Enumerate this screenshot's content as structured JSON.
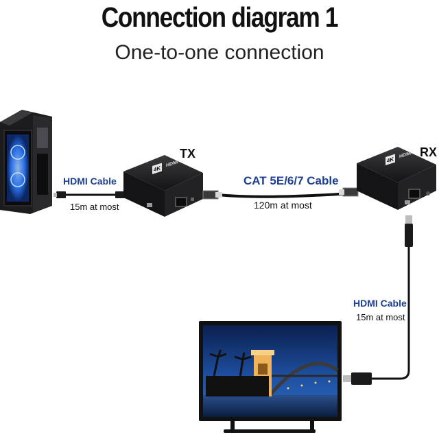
{
  "header": {
    "title": "Connection diagram 1",
    "subtitle": "One-to-one connection"
  },
  "devices": {
    "tx_label": "TX",
    "rx_label": "RX",
    "box_badge": "4K",
    "box_brand": "HDMI"
  },
  "cables": {
    "hdmi_in": {
      "name": "HDMI Cable",
      "distance": "15m at most"
    },
    "cat": {
      "name": "CAT 5E/6/7 Cable",
      "distance": "120m at most"
    },
    "hdmi_out": {
      "name": "HDMI Cable",
      "distance": "15m at most"
    }
  },
  "colors": {
    "cable_label": "#1d3f8f",
    "device_body": "#1b1b1d",
    "pc_led": "#2e7bff"
  }
}
